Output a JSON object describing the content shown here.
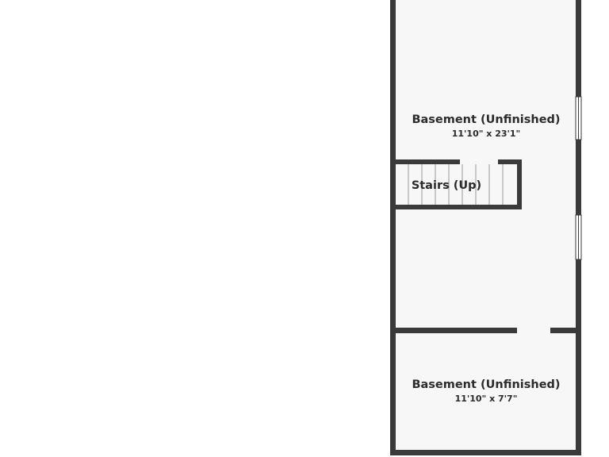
{
  "floor_plan": {
    "rooms": [
      {
        "name": "Basement (Unfinished)",
        "dimensions": "11'10\" x 23'1\""
      },
      {
        "name": "Stairs (Up)"
      },
      {
        "name": "Basement (Unfinished)",
        "dimensions": "11'10\" x 7'7\""
      }
    ]
  },
  "colors": {
    "wall": "#3a3a3a",
    "floor": "#f7f7f7",
    "background": "#ffffff",
    "window": "#ffffff",
    "text": "#2b2b2b"
  }
}
